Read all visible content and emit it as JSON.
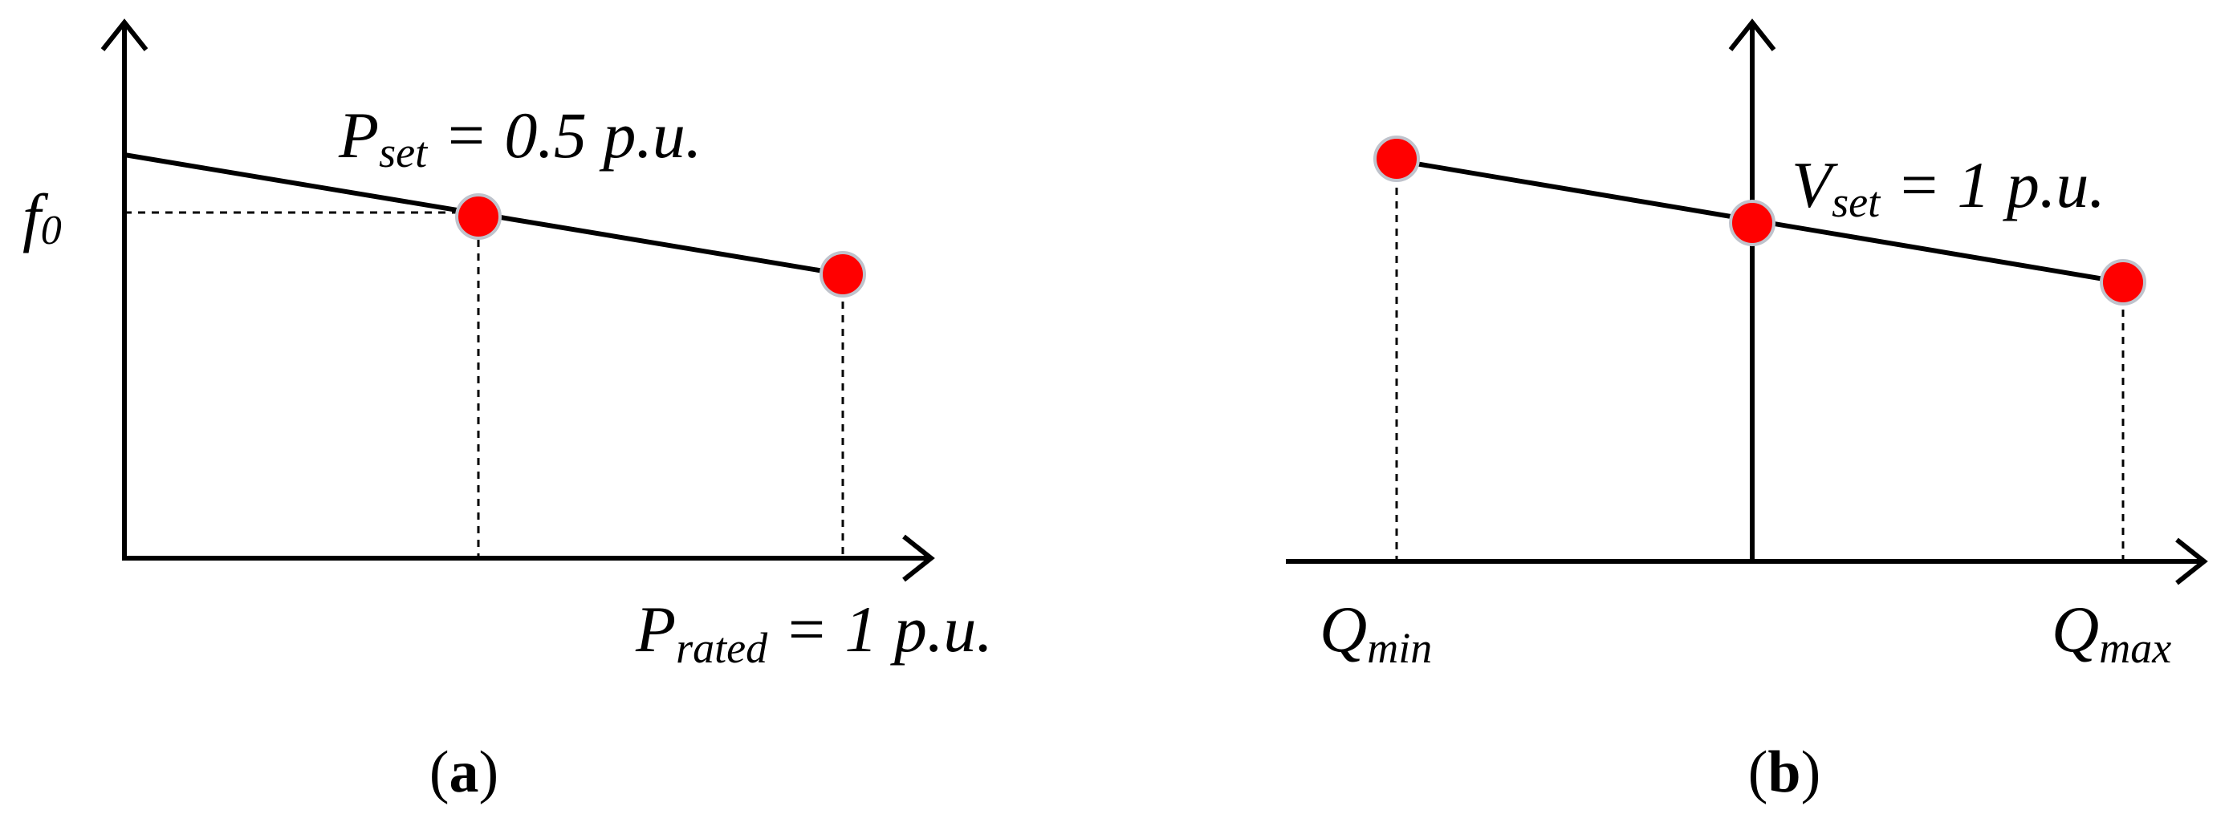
{
  "panel_a": {
    "caption_letter": "a",
    "y_label": {
      "base": "f",
      "sub": "0"
    },
    "set_label": {
      "base": "P",
      "sub": "set",
      "rest": " = 0.5 p.u."
    },
    "x_label": {
      "base": "P",
      "sub": "rated",
      "rest": " = 1 p.u."
    }
  },
  "panel_b": {
    "caption_letter": "b",
    "set_label": {
      "base": "V",
      "sub": "set",
      "rest": " = 1 p.u."
    },
    "qmin_label": {
      "base": "Q",
      "sub": "min"
    },
    "qmax_label": {
      "base": "Q",
      "sub": "max"
    }
  },
  "colors": {
    "point_fill": "#ff0000",
    "point_outline": "#bfc3cc",
    "line": "#000000"
  }
}
